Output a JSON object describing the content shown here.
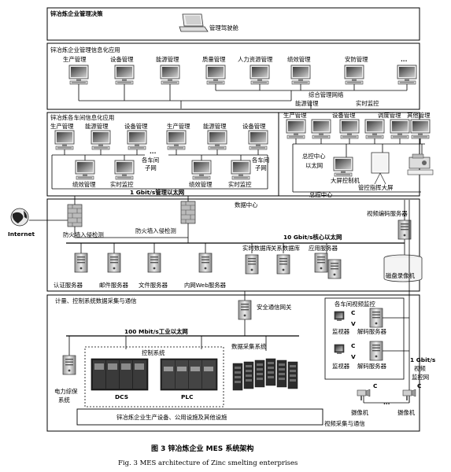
{
  "layers": {
    "decision": "锌冶炼企业管理决策",
    "management_app": "锌冶炼企业管理信息化应用",
    "workshop_app": "锌冶炼各车间信息化应用",
    "data_center": "数据中心",
    "acquisition": "计量、控制系统数据采集与通信",
    "production": "锌冶炼企业生产设备、公用设施及其他设施"
  },
  "top": {
    "cockpit": "管理驾驶舱"
  },
  "mgmt_row": [
    "生产管理",
    "设备管理",
    "能源管理",
    "质量管理",
    "人力资源管理",
    "绩效管理",
    "安防管理",
    "..."
  ],
  "mgmt_net": "综合管理网络",
  "middle": {
    "energy": "能源管理",
    "realtime": "实时监控",
    "workshop_labels": [
      "生产管理",
      "能源管理",
      "设备管理",
      "生产管理",
      "能源管理",
      "设备管理"
    ],
    "ellipsis": "...",
    "subnet_line1": "各车间",
    "subnet_line2": "子网",
    "sub_items": [
      "绩效管理",
      "实时监控",
      "绩效管理",
      "实时监控"
    ],
    "right_labels": [
      "生产管理",
      "设备管理",
      "调度管理",
      "其他管理"
    ],
    "central_ctrl_line1": "总控中心",
    "central_ctrl_line2": "以太网",
    "big_screen_ctrl": "大屏控制机",
    "command_screen": "管控指挥大屏",
    "central_ctrl2": "总控中心",
    "gbit_net": "1 Gbit/s管理以太网"
  },
  "dc": {
    "firewall1": "防火墙入侵检测",
    "firewall2": "防火墙入侵检测",
    "core_net": "10 Gbit/s核心以太网",
    "servers": [
      "认证服务器",
      "邮件服务器",
      "文件服务器",
      "内网Web服务器"
    ],
    "db_realtime": "实时数据库",
    "db_relational": "关系数据库",
    "app_server": "应用服务器",
    "video_encoder": "视频编码服务器",
    "disk_video": "磁盘录像机"
  },
  "internet": "Internet",
  "acq": {
    "gateway": "安全通信网关",
    "industrial_net": "100 Mbit/s工业以太网",
    "control_system": "控制系统",
    "dcs": "DCS",
    "plc": "PLC",
    "data_acq": "数据采集系统",
    "power_line1": "电力综保",
    "power_line2": "系统",
    "video_monitor": "各车间视频监控",
    "monitor": "监视器",
    "decoder": "解码服务器",
    "letter_c": "C",
    "letter_v": "V",
    "video_net_line1": "1 Gbit/s",
    "video_net_line2": "视频",
    "video_net_line3": "监控网",
    "camera": "摄像机",
    "ellipsis": "...",
    "video_comm": "视频采集与通信"
  },
  "caption": {
    "cn": "图 3    锌冶炼企业 MES 系统架构",
    "en": "Fig. 3    MES architecture of Zinc smelting enterprises"
  }
}
